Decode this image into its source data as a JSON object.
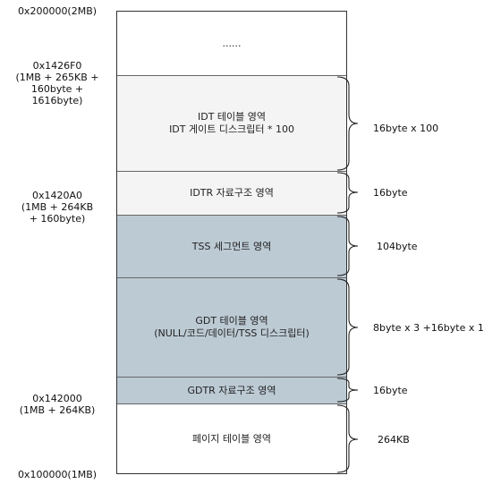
{
  "addresses": {
    "top": "0x200000(2MB)",
    "idt": "0x1426F0\n(1MB + 265KB +\n160byte + 1616byte)",
    "gdt": "0x1420A0\n(1MB + 264KB\n+ 160byte)",
    "gdtr": "0x142000\n(1MB + 264KB)",
    "bottom": "0x100000(1MB)"
  },
  "blocks": {
    "ellipsis": "......",
    "idt_table": "IDT 테이블 영역\nIDT 게이트 디스크립터 * 100",
    "idtr": "IDTR 자료구조 영역",
    "tss": "TSS 세그먼트 영역",
    "gdt_table": "GDT 테이블 영역\n(NULL/코드/데이터/TSS 디스크립터)",
    "gdtr": "GDTR 자료구조 영역",
    "page_table": "페이지 테이블 영역"
  },
  "sizes": {
    "idt_table": "16byte x 100",
    "idtr": "16byte",
    "tss": "104byte",
    "gdt_table": "8byte x 3 +16byte x 1",
    "gdtr": "16byte",
    "page_table": "264KB"
  },
  "colors": {
    "white": "#ffffff",
    "light_gray": "#f4f4f4",
    "steel_blue": "#bccad4"
  }
}
